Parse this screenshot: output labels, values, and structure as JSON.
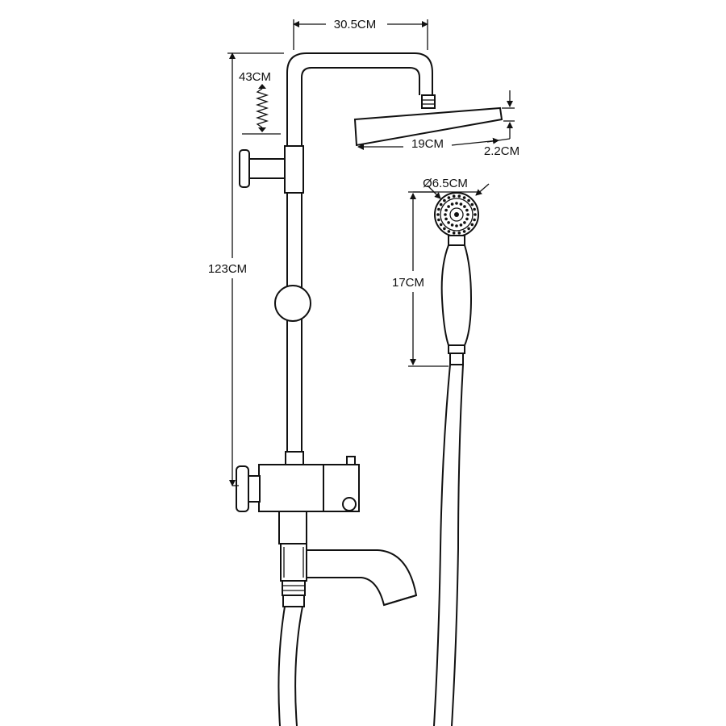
{
  "dimensions": {
    "arm_reach": "30.5CM",
    "slide_adjust": "43CM",
    "overall_height": "123CM",
    "head_width": "19CM",
    "head_thickness": "2.2CM",
    "handshower_diameter": "Ø6.5CM",
    "handshower_length": "17CM"
  },
  "colors": {
    "line": "#111111",
    "background": "#ffffff"
  }
}
